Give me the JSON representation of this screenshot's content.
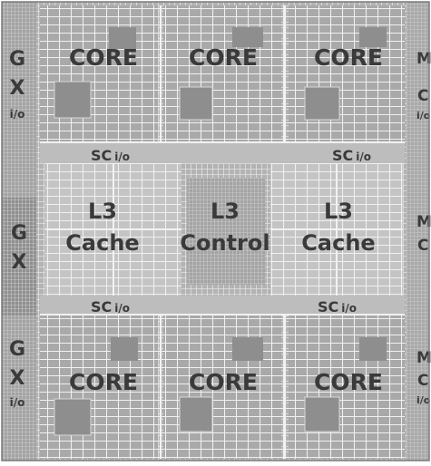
{
  "blocks": {
    "core_tl": {
      "label": "CORE"
    },
    "core_tc": {
      "label": "CORE"
    },
    "core_tr": {
      "label": "CORE"
    },
    "core_bl": {
      "label": "CORE"
    },
    "core_bc": {
      "label": "CORE"
    },
    "core_br": {
      "label": "CORE"
    },
    "l3_cache_left": {
      "line1": "L3",
      "line2": "Cache"
    },
    "l3_control": {
      "line1": "L3",
      "line2": "Control"
    },
    "l3_cache_right": {
      "line1": "L3",
      "line2": "Cache"
    }
  },
  "io": {
    "sc_top_left": {
      "main": "SC",
      "sub": "i/o"
    },
    "sc_top_right": {
      "main": "SC",
      "sub": "i/o"
    },
    "sc_bottom_left": {
      "main": "SC",
      "sub": "i/o"
    },
    "sc_bottom_right": {
      "main": "SC",
      "sub": "i/o"
    },
    "gx_top": {
      "l1": "G",
      "l2": "X",
      "sub": "i/o"
    },
    "gx_middle": {
      "l1": "G",
      "l2": "X"
    },
    "gx_bottom": {
      "l1": "G",
      "l2": "X",
      "sub": "i/o"
    },
    "mc_top": {
      "l1": "M",
      "l2": "C",
      "sub": "i/o"
    },
    "mc_middle": {
      "l1": "M",
      "l2": "C"
    },
    "mc_bottom": {
      "l1": "M",
      "l2": "C",
      "sub": "i/o"
    }
  },
  "colors": {
    "die_background": "#b3b3b3",
    "core_region": "#a9a9a9",
    "cache_region": "#c4c4c4",
    "control_region": "#a4a4a4",
    "gx_region": "#8f8f8f",
    "grid_line": "#e6e6e6",
    "label": "#3a3a3a"
  }
}
